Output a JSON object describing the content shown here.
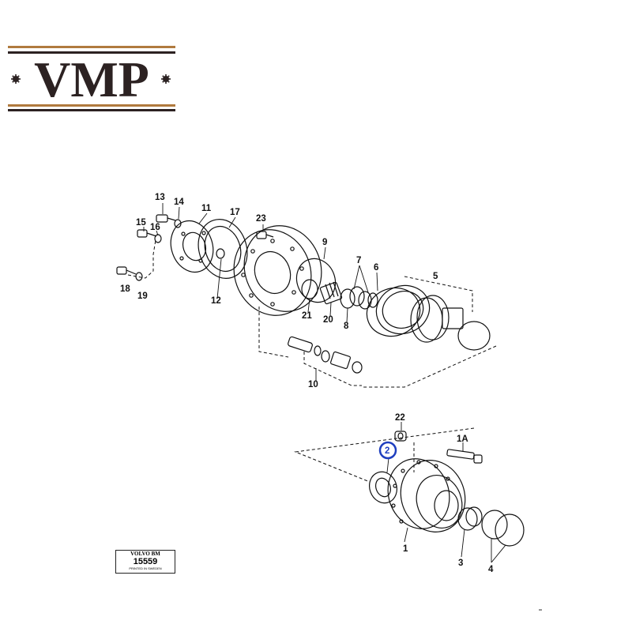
{
  "logo": {
    "text": "VMP",
    "text_color": "#2c2222",
    "accent": "#b07a3e"
  },
  "highlight": {
    "part": "2",
    "color": "#1f3fbf"
  },
  "parts": {
    "p13": "13",
    "p14": "14",
    "p11": "11",
    "p17": "17",
    "p23": "23",
    "p15": "15",
    "p16": "16",
    "p9": "9",
    "p7": "7",
    "p6": "6",
    "p5": "5",
    "p18": "18",
    "p19": "19",
    "p12": "12",
    "p21": "21",
    "p20": "20",
    "p8": "8",
    "p10": "10",
    "p22": "22",
    "p2": "2",
    "p1A": "1A",
    "p1": "1",
    "p3": "3",
    "p4": "4"
  },
  "stamp": {
    "brand": "VOLVO BM",
    "number": "15559",
    "footer": "PRINTED IN SWEDEN"
  }
}
